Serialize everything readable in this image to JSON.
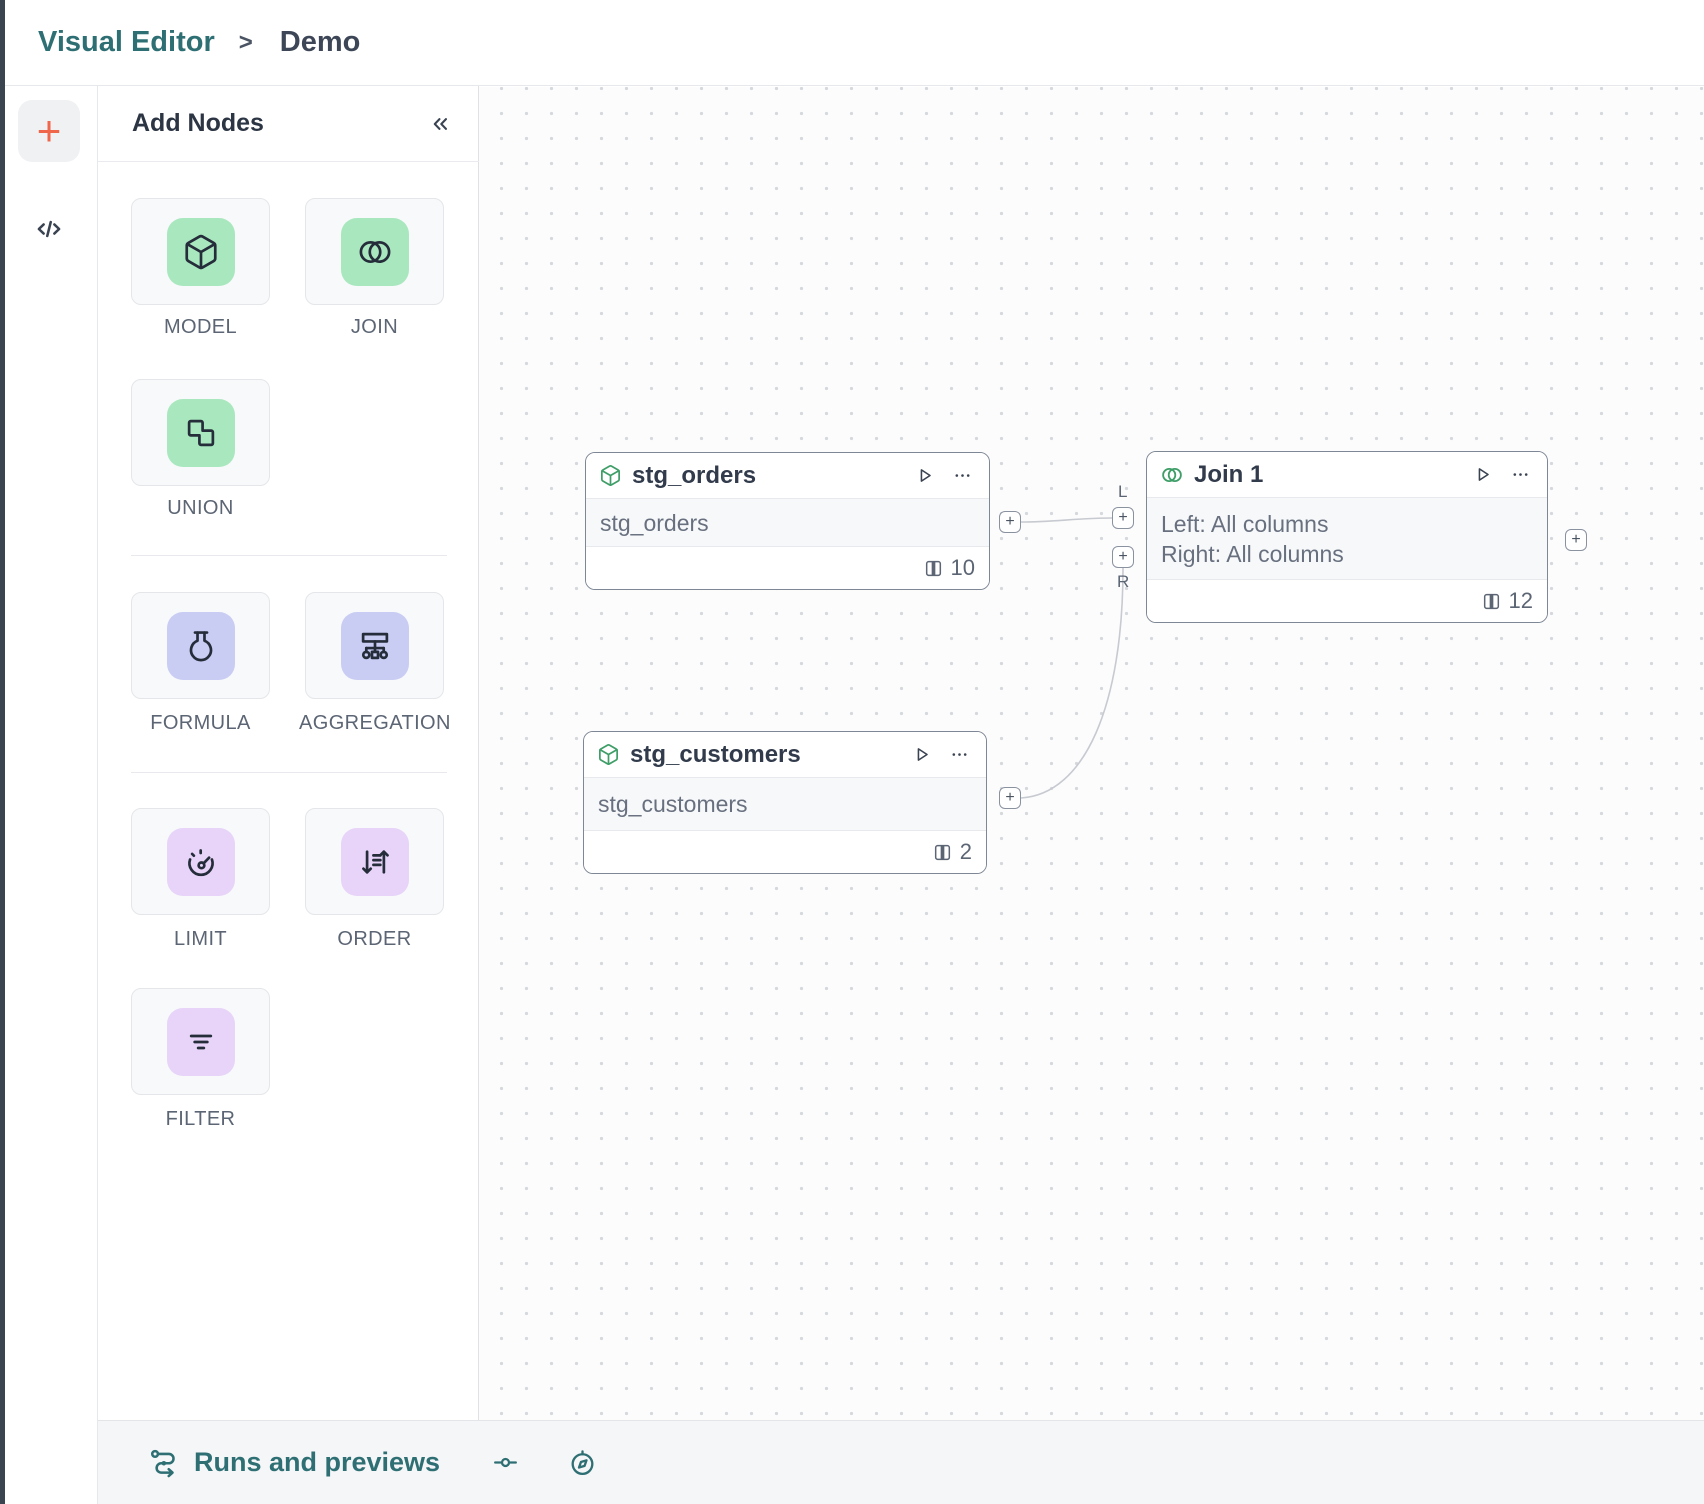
{
  "header": {
    "breadcrumb": {
      "section": "Visual Editor",
      "separator": ">",
      "page": "Demo"
    }
  },
  "activity_bar": {
    "add_button": "+"
  },
  "panel": {
    "title": "Add Nodes",
    "groups": [
      {
        "items": [
          {
            "label": "MODEL",
            "icon": "cube-icon",
            "color": "#a9e8bf"
          },
          {
            "label": "JOIN",
            "icon": "join-circles-icon",
            "color": "#a9e8bf"
          },
          {
            "label": "UNION",
            "icon": "union-squares-icon",
            "color": "#a9e8bf"
          }
        ]
      },
      {
        "items": [
          {
            "label": "FORMULA",
            "icon": "flask-icon",
            "color": "#c9cdf4"
          },
          {
            "label": "AGGREGATION",
            "icon": "aggregation-tree-icon",
            "color": "#c9cdf4"
          }
        ]
      },
      {
        "items": [
          {
            "label": "LIMIT",
            "icon": "gauge-icon",
            "color": "#e7d4f8"
          },
          {
            "label": "ORDER",
            "icon": "sort-arrows-icon",
            "color": "#e7d4f8"
          },
          {
            "label": "FILTER",
            "icon": "filter-lines-icon",
            "color": "#e7d4f8"
          }
        ]
      }
    ]
  },
  "canvas": {
    "nodes": [
      {
        "title": "stg_orders",
        "body": "stg_orders",
        "column_count": "10"
      },
      {
        "title": "Join 1",
        "body_left": "Left: All columns",
        "body_right": "Right: All columns",
        "column_count": "12"
      },
      {
        "title": "stg_customers",
        "body": "stg_customers",
        "column_count": "2"
      }
    ],
    "ports": {
      "plus": "+",
      "left_label": "L",
      "right_label": "R"
    }
  },
  "status_bar": {
    "runs_label": "Runs and previews"
  },
  "colors": {
    "accent_teal": "#2e6f74",
    "accent_orange": "#ef664b",
    "tile_green": "#a9e8bf",
    "tile_periwinkle": "#c9cdf4",
    "tile_purple": "#e7d4f8",
    "node_icon_green": "#3f9e68"
  }
}
